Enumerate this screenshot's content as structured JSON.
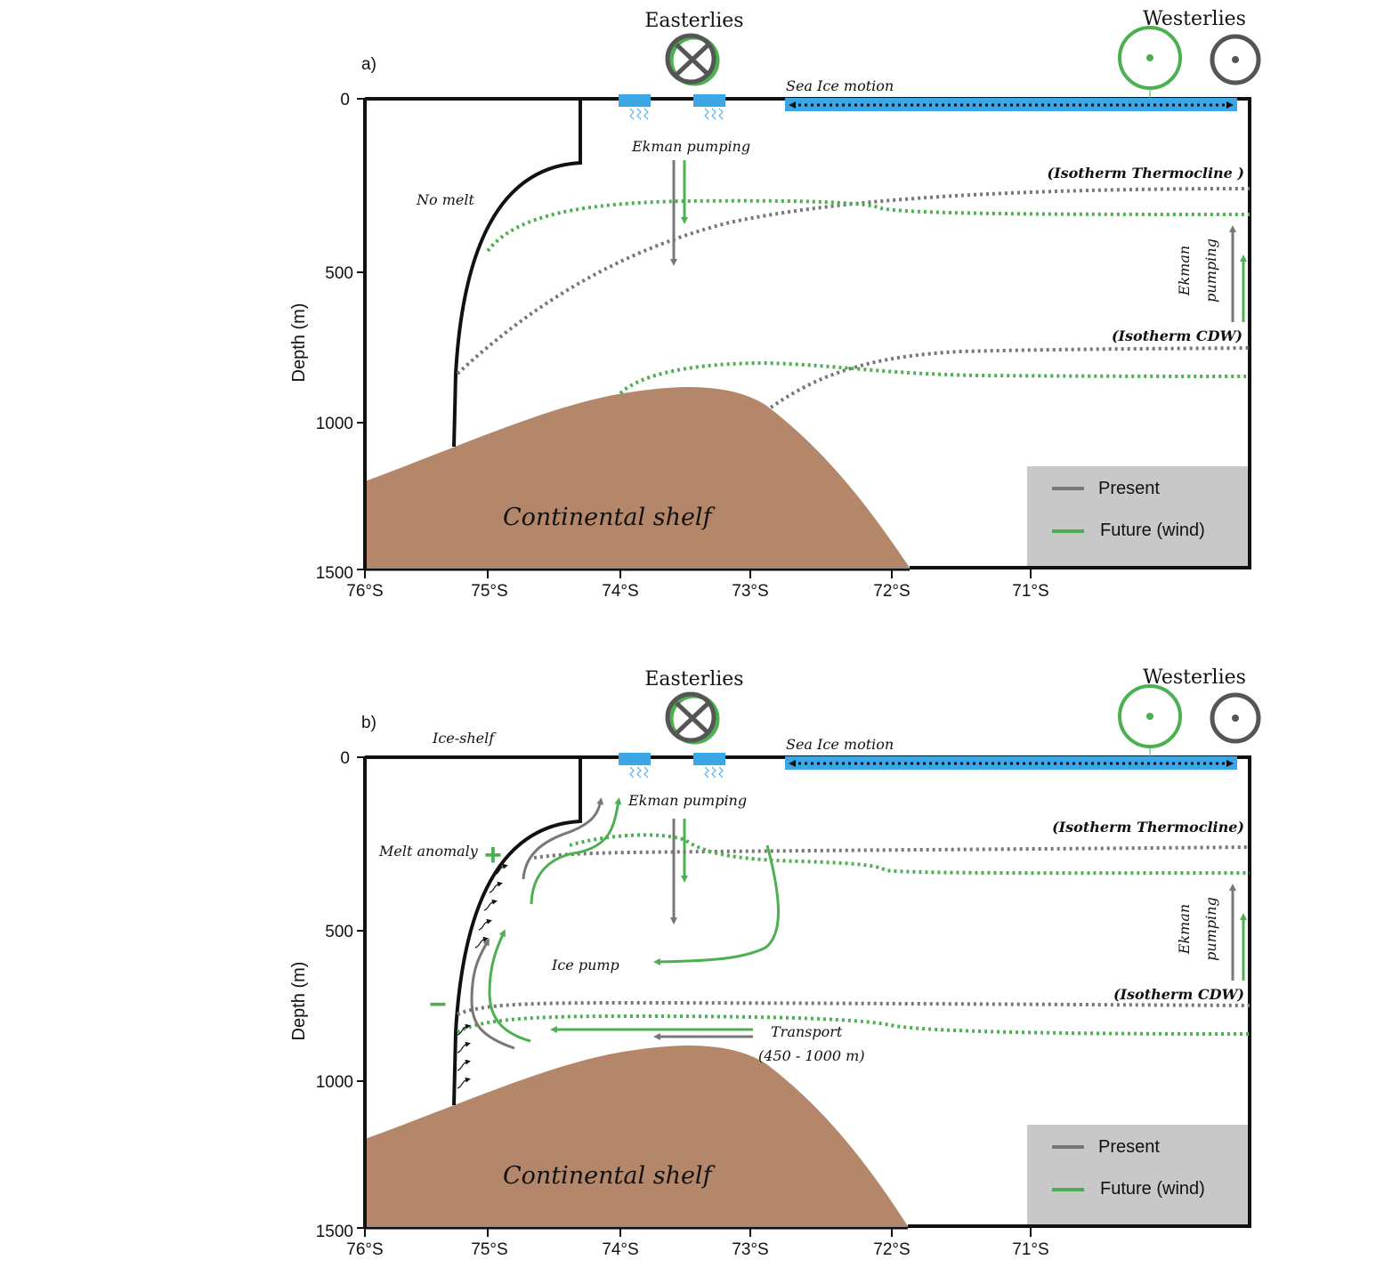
{
  "colors": {
    "present": "#777777",
    "future": "#4caf50",
    "shelf": "#b5876a",
    "seaice": "#3ba7e6",
    "legend_bg": "#c8c8c8"
  },
  "panels": [
    {
      "label": "a)",
      "ylabel": "Depth (m)",
      "yticks": [
        "0",
        "500",
        "1000",
        "1500"
      ],
      "xticks": [
        "76°S",
        "75°S",
        "74°S",
        "73°S",
        "72°S",
        "71°S"
      ],
      "easterlies": "Easterlies",
      "westerlies": "Westerlies",
      "sea_ice_motion": "Sea Ice motion",
      "ekman_pumping_top": "Ekman pumping",
      "ekman_pumping_right_1": "Ekman",
      "ekman_pumping_right_2": "pumping",
      "isotherm_thermocline": "(Isotherm Thermocline )",
      "isotherm_cdw": "(Isotherm CDW)",
      "no_melt": "No melt",
      "continental_shelf": "Continental shelf",
      "legend": {
        "present": "Present",
        "future": "Future (wind)"
      }
    },
    {
      "label": "b)",
      "ylabel": "Depth (m)",
      "yticks": [
        "0",
        "500",
        "1000",
        "1500"
      ],
      "xticks": [
        "76°S",
        "75°S",
        "74°S",
        "73°S",
        "72°S",
        "71°S"
      ],
      "easterlies": "Easterlies",
      "westerlies": "Westerlies",
      "sea_ice_motion": "Sea Ice motion",
      "ekman_pumping_top": "Ekman pumping",
      "ekman_pumping_right_1": "Ekman",
      "ekman_pumping_right_2": "pumping",
      "isotherm_thermocline": "(Isotherm Thermocline)",
      "isotherm_cdw": "(Isotherm CDW)",
      "ice_shelf": "Ice-shelf",
      "melt_anomaly": "Melt anomaly",
      "plus": "+",
      "minus": "−",
      "ice_pump": "Ice pump",
      "transport": "Transport",
      "transport_range": "(450 - 1000 m)",
      "continental_shelf": "Continental shelf",
      "legend": {
        "present": "Present",
        "future": "Future (wind)"
      }
    }
  ]
}
